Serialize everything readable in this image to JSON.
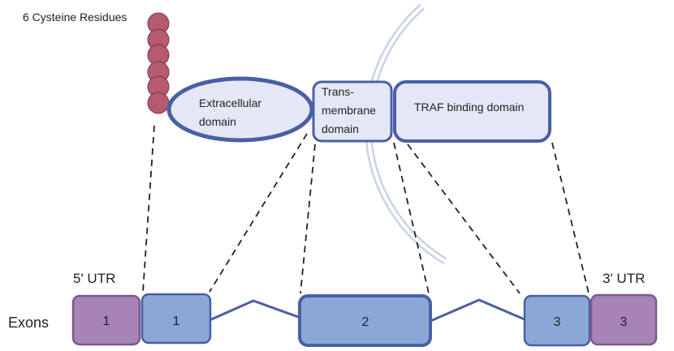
{
  "labels": {
    "cysteine": "6 Cysteine Residues",
    "extracellular": [
      "Extracellular",
      "domain"
    ],
    "transmembrane": [
      "Trans-",
      "membrane",
      "domain"
    ],
    "traf": "TRAF binding domain",
    "utr5": "5' UTR",
    "utr3": "3' UTR",
    "exons": "Exons"
  },
  "exon_boxes": {
    "utr5": "1",
    "exon1": "1",
    "exon2": "2",
    "exon3": "3",
    "utr3": "3"
  },
  "colors": {
    "cysteine": "#b65a70",
    "domain_fill": "#e4e8f6",
    "domain_stroke": "#4a5fa5",
    "exon_fill": "#8aa7d6",
    "utr_fill": "#a883b8",
    "utr_stroke": "#7a5a8a",
    "membrane": "#c9d3e6"
  }
}
